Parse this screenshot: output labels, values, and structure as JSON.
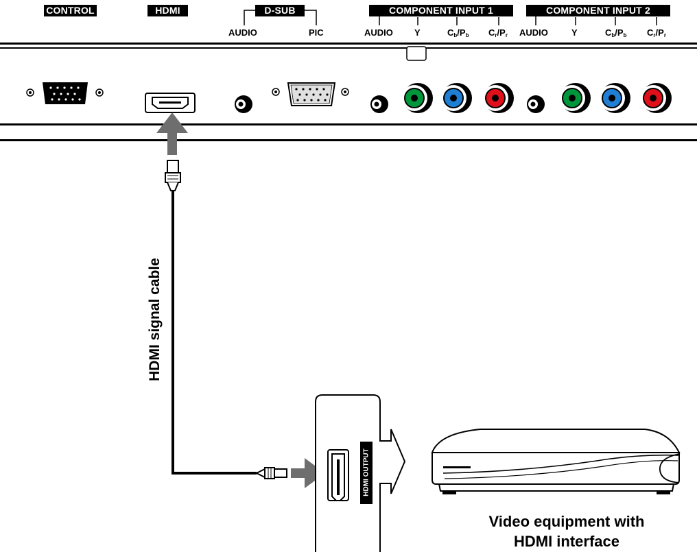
{
  "panel": {
    "control": "CONTROL",
    "hdmi": "HDMI",
    "dsub": {
      "title": "D-SUB",
      "audio": "AUDIO",
      "pic": "PIC"
    },
    "component1": {
      "title": "COMPONENT INPUT 1",
      "audio": "AUDIO",
      "y": "Y",
      "cb_main": "C",
      "cb_sub": "b",
      "pb_main": "P",
      "pb_sub": "b",
      "cr_main": "C",
      "cr_sub": "r",
      "pr_main": "P",
      "pr_sub": "r"
    },
    "component2": {
      "title": "COMPONENT INPUT 2",
      "audio": "AUDIO",
      "y": "Y",
      "cb_main": "C",
      "cb_sub": "b",
      "pb_main": "P",
      "pb_sub": "b",
      "cr_main": "C",
      "cr_sub": "r",
      "pr_main": "P",
      "pr_sub": "r"
    }
  },
  "cable_label": "HDMI signal cable",
  "device": {
    "port_label": "HDMI OUTPUT",
    "caption_line1": "Video equipment with",
    "caption_line2": "HDMI interface"
  },
  "colors": {
    "jack_green": "#00963c",
    "jack_blue": "#1f7fd4",
    "jack_red": "#e0101a",
    "arrow_gray": "#6e6e6e"
  }
}
